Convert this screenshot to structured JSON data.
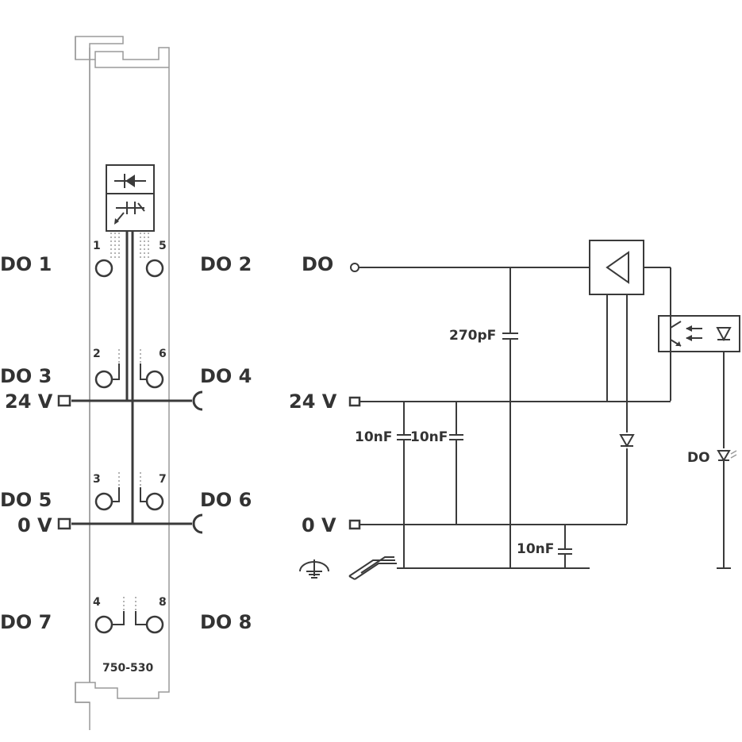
{
  "module_number": "750-530",
  "left_labels": {
    "do1": "DO 1",
    "do2": "DO 2",
    "do3": "DO 3",
    "do4": "DO 4",
    "do5": "DO 5",
    "do6": "DO 6",
    "do7": "DO 7",
    "do8": "DO 8",
    "v24": "24 V",
    "v0": "0 V"
  },
  "pin_numbers": [
    "1",
    "5",
    "2",
    "6",
    "3",
    "7",
    "4",
    "8"
  ],
  "schematic": {
    "do_in": "DO",
    "v24": "24 V",
    "v0": "0 V",
    "cap_270": "270pF",
    "cap_10a": "10nF",
    "cap_10b": "10nF",
    "cap_10c": "10nF",
    "do_led": "DO"
  },
  "colors": {
    "line": "#3a3a3a",
    "frame": "#9a9a9a",
    "text": "#333333"
  }
}
